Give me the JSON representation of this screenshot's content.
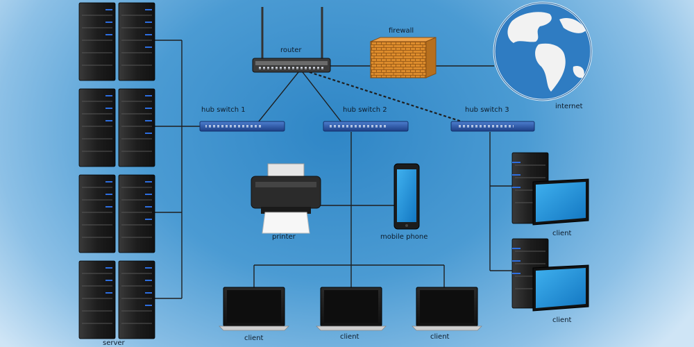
{
  "labels": {
    "router": "router",
    "firewall": "firewall",
    "internet": "internet",
    "hub_switch_1": "hub switch 1",
    "hub_switch_2": "hub switch 2",
    "hub_switch_3": "hub switch 3",
    "printer": "printer",
    "mobile_phone": "mobile phone",
    "client_laptop_1": "client",
    "client_laptop_2": "client",
    "client_laptop_3": "client",
    "client_desktop_1": "client",
    "client_desktop_2": "client",
    "servers": "server"
  },
  "colors": {
    "background": "#3a8fcb",
    "server_body": "#222222",
    "server_led": "#2d6ee0",
    "switch_body": "#2c5aa8",
    "firewall": "#d9892a",
    "globe_ocean": "#2f7cc2",
    "globe_land": "#f2f2f2",
    "screen": "#1e8fd6",
    "wire": "#1e1e1e"
  }
}
